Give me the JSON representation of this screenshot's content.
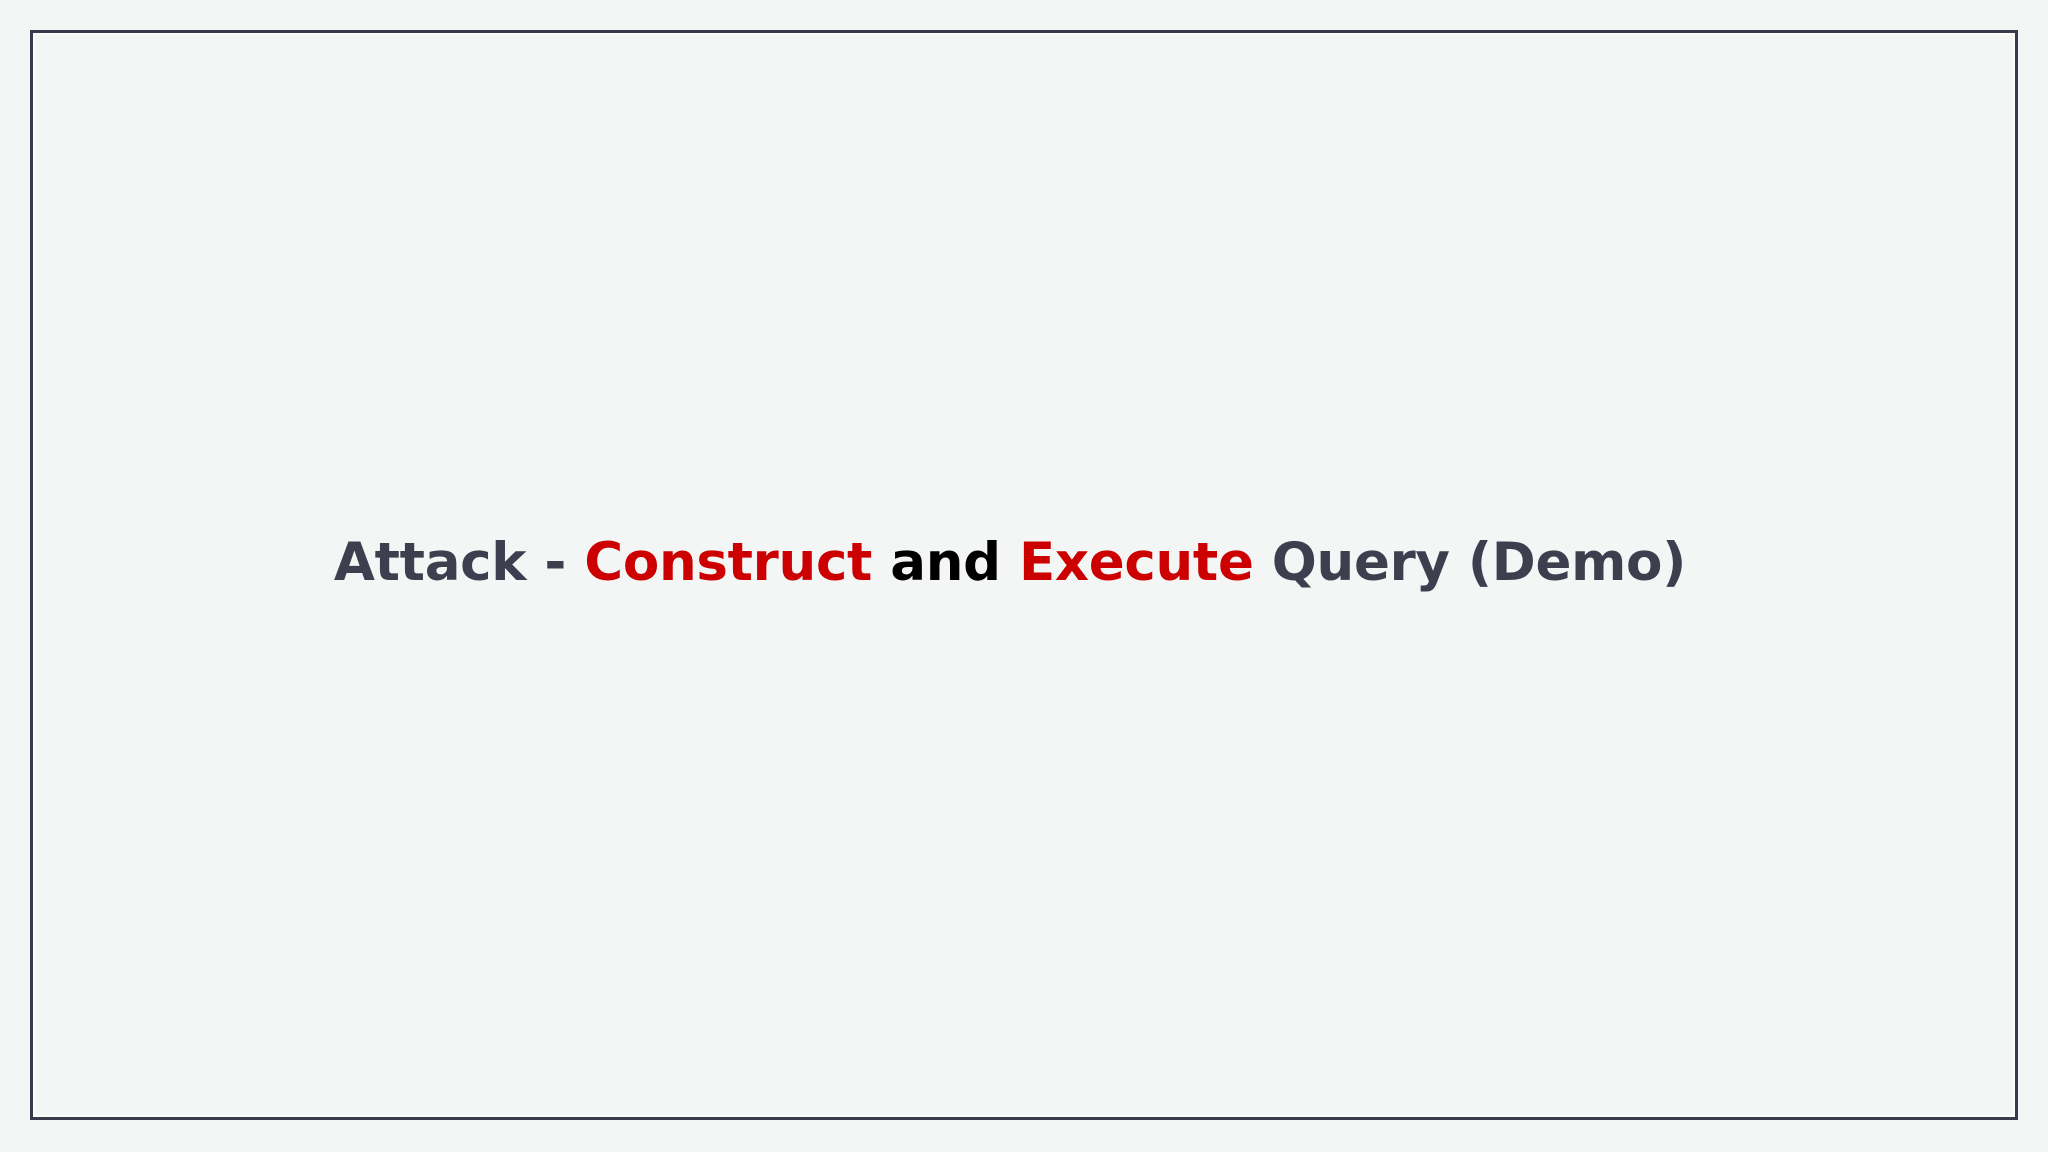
{
  "slide": {
    "background_color": "#f4f5f5",
    "border_color": "#3a3b4a",
    "title": {
      "full_text": "Attack - Construct and Execute Query (Demo)",
      "segments": [
        {
          "text": "Attack - ",
          "color": "#3d3f4f",
          "emphasis": "normal"
        },
        {
          "text": "Construct",
          "color": "#cc0000",
          "emphasis": "bold"
        },
        {
          "text": " and ",
          "color": "#000000",
          "emphasis": "bold"
        },
        {
          "text": "Execute",
          "color": "#cc0000",
          "emphasis": "bold"
        },
        {
          "text": " Query (Demo)",
          "color": "#3d3f4f",
          "emphasis": "normal"
        }
      ]
    }
  }
}
